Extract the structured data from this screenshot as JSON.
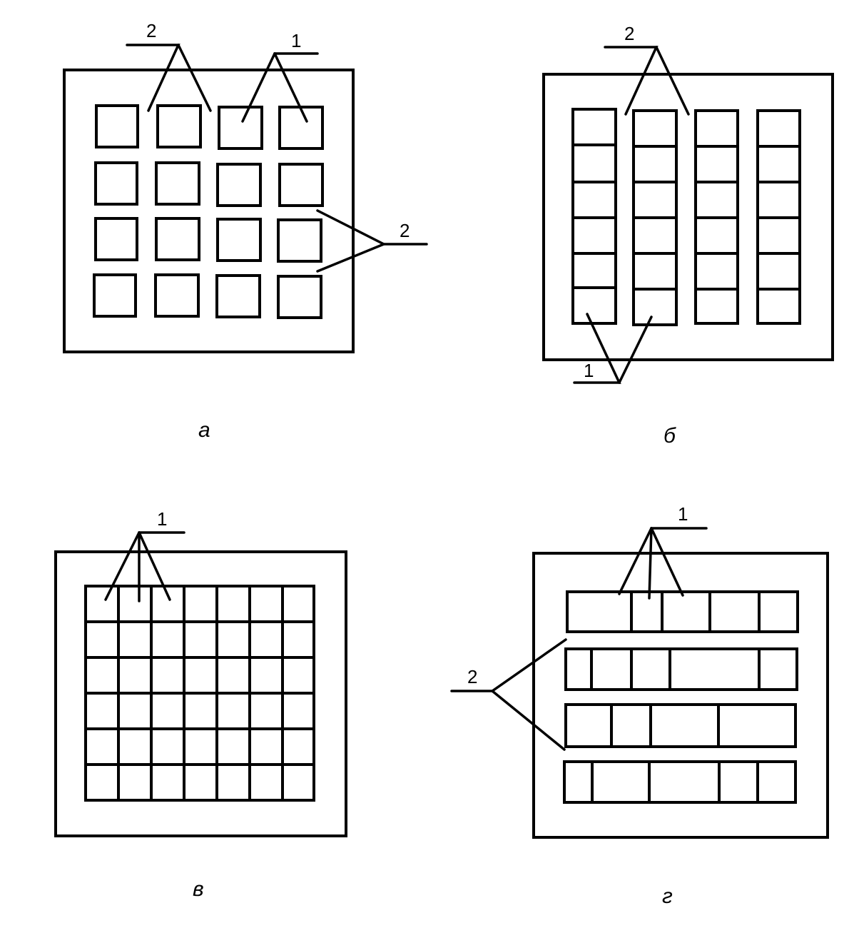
{
  "colors": {
    "ink": "#000000",
    "paper": "#ffffff"
  },
  "panels": [
    {
      "id": "a",
      "caption": "а",
      "layout": "4x4 separate square cells",
      "callouts": [
        {
          "label": "2",
          "points_to": "gaps between cells (top row)"
        },
        {
          "label": "1",
          "points_to": "cells"
        },
        {
          "label": "2",
          "points_to": "gaps between cells (right column)"
        }
      ]
    },
    {
      "id": "b",
      "caption": "б",
      "layout": "4 vertical strips of 6 cells",
      "callouts": [
        {
          "label": "2",
          "points_to": "gaps between strips"
        },
        {
          "label": "1",
          "points_to": "strips"
        }
      ]
    },
    {
      "id": "v",
      "caption": "в",
      "layout": "continuous 7x6 grid",
      "callouts": [
        {
          "label": "1",
          "points_to": "cells"
        }
      ]
    },
    {
      "id": "g",
      "caption": "г",
      "layout": "4 horizontal strips with irregular cells",
      "callouts": [
        {
          "label": "1",
          "points_to": "cells"
        },
        {
          "label": "2",
          "points_to": "gaps between strips"
        }
      ]
    }
  ]
}
